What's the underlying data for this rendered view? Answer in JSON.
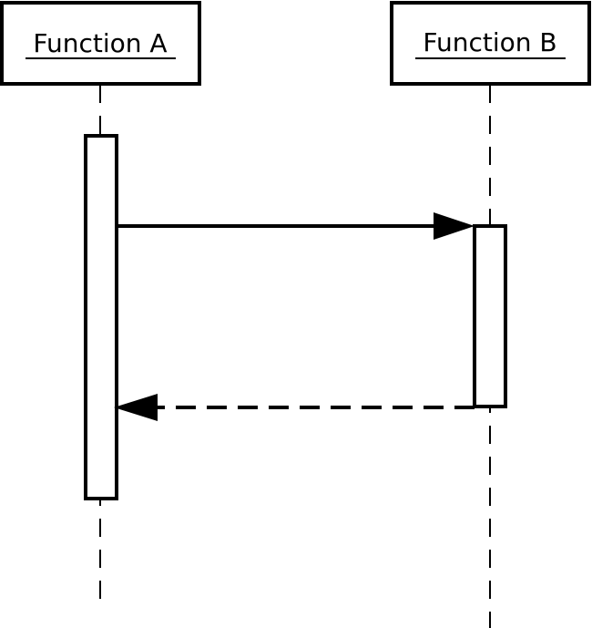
{
  "diagram": {
    "type": "sequence",
    "participants": [
      {
        "id": "a",
        "label": "Function A"
      },
      {
        "id": "b",
        "label": "Function B"
      }
    ],
    "messages": [
      {
        "from": "Function A",
        "to": "Function B",
        "kind": "synchronous call",
        "label": ""
      },
      {
        "from": "Function B",
        "to": "Function A",
        "kind": "return",
        "label": ""
      }
    ]
  },
  "colors": {
    "stroke": "#000000",
    "fill": "#ffffff",
    "background": "#ffffff"
  }
}
